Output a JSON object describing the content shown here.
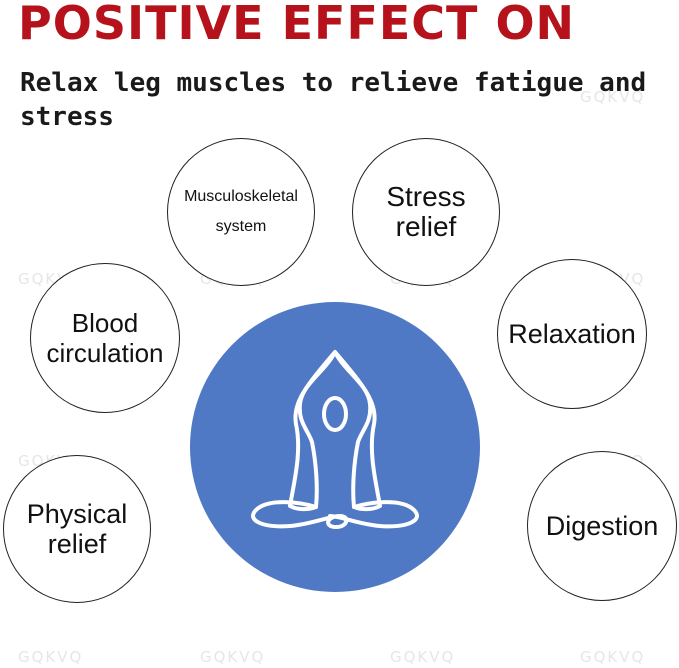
{
  "headline": {
    "text": "POSITIVE EFFECT ON",
    "color": "#b5121b"
  },
  "subtitle": "Relax leg muscles to relieve fatigue and stress",
  "bubbles": [
    {
      "id": "musculoskeletal",
      "lines": [
        "Musculoskeletal",
        "system"
      ]
    },
    {
      "id": "stress-relief",
      "lines": [
        "Stress",
        "relief"
      ]
    },
    {
      "id": "blood-circulation",
      "lines": [
        "Blood",
        "circulation"
      ]
    },
    {
      "id": "relaxation",
      "lines": [
        "Relaxation"
      ]
    },
    {
      "id": "physical-relief",
      "lines": [
        "Physical",
        "relief"
      ]
    },
    {
      "id": "digestion",
      "lines": [
        "Digestion"
      ]
    }
  ],
  "center_icon": {
    "name": "meditation-pose-icon",
    "fill": "#4f79c4",
    "stroke": "#ffffff"
  },
  "watermark": "GQKVQ"
}
